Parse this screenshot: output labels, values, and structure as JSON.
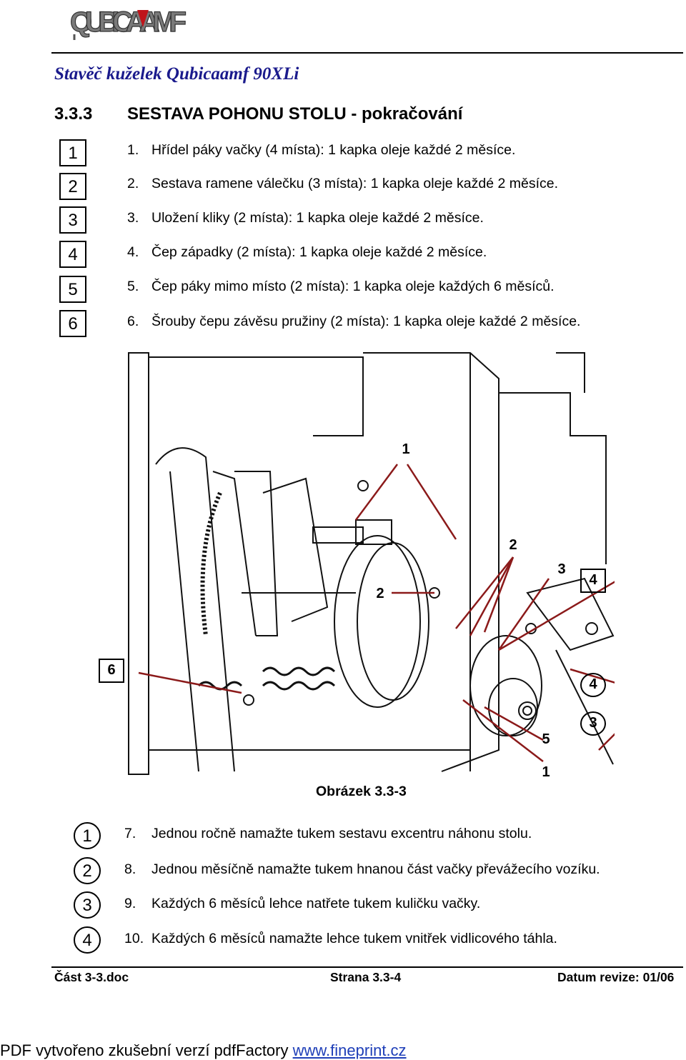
{
  "header": {
    "logo_text": "QUBICAAMF",
    "doc_title": "Stavěč kuželek Qubicaamf 90XLi"
  },
  "section": {
    "number": "3.3.3",
    "title": "SESTAVA POHONU STOLU - pokračování"
  },
  "items_top": [
    {
      "marker": "1",
      "num": "1.",
      "text": "Hřídel páky vačky (4 místa): 1 kapka oleje každé 2 měsíce."
    },
    {
      "marker": "2",
      "num": "2.",
      "text": "Sestava ramene válečku (3 místa): 1 kapka oleje každé 2 měsíce."
    },
    {
      "marker": "3",
      "num": "3.",
      "text": "Uložení kliky (2 místa): 1 kapka oleje každé 2 měsíce."
    },
    {
      "marker": "4",
      "num": "4.",
      "text": "Čep západky (2 místa): 1 kapka oleje každé 2 měsíce."
    },
    {
      "marker": "5",
      "num": "5.",
      "text": "Čep páky mimo místo (2 místa): 1 kapka oleje každých 6 měsíců."
    },
    {
      "marker": "6",
      "num": "6.",
      "text": "Šrouby čepu závěsu pružiny (2 místa): 1 kapka oleje každé 2 měsíce."
    }
  ],
  "figure": {
    "caption": "Obrázek 3.3-3",
    "callouts": [
      "1",
      "2",
      "2",
      "3",
      "4",
      "6",
      "4",
      "3",
      "5",
      "1"
    ],
    "arrow_color": "#8b1a1a"
  },
  "items_bottom": [
    {
      "marker": "1",
      "num": "7.",
      "text": "Jednou ročně namažte tukem sestavu excentru náhonu stolu."
    },
    {
      "marker": "2",
      "num": "8.",
      "text": "Jednou měsíčně namažte tukem hnanou část vačky převážecího vozíku."
    },
    {
      "marker": "3",
      "num": "9.",
      "text": "Každých 6 měsíců lehce natřete tukem kuličku vačky."
    },
    {
      "marker": "4",
      "num": "10.",
      "text": "Každých 6 měsíců namažte lehce tukem vnitřek vidlicového táhla."
    }
  ],
  "footer": {
    "left": "Část 3-3.doc",
    "center": "Strana 3.3-4",
    "right": "Datum revize: 01/06"
  },
  "pdf_note": {
    "text": "PDF vytvořeno zkušební verzí pdfFactory ",
    "link": "www.fineprint.cz"
  }
}
